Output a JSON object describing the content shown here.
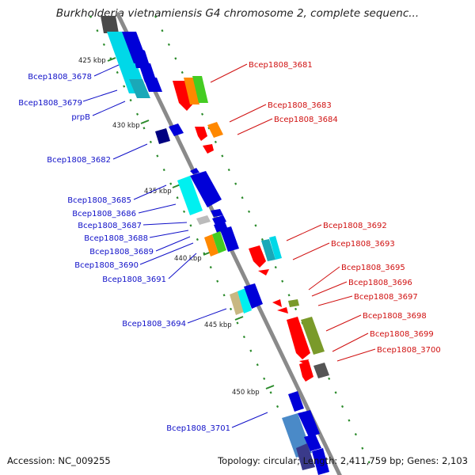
{
  "title": "Burkholderia vietnamiensis G4 chromosome 2, complete sequenc...",
  "footer": {
    "accession": "Accession: NC_009255",
    "summary": "Topology: circular; Length: 2,411,759 bp; Genes: 2,103"
  },
  "kbp_ticks": [
    "425 kbp",
    "430 kbp",
    "435 kbp",
    "440 kbp",
    "445 kbp",
    "450 kbp"
  ],
  "left_labels": [
    "Bcep1808_3678",
    "Bcep1808_3679",
    "prpB",
    "Bcep1808_3682",
    "Bcep1808_3685",
    "Bcep1808_3686",
    "Bcep1808_3687",
    "Bcep1808_3688",
    "Bcep1808_3689",
    "Bcep1808_3690",
    "Bcep1808_3691",
    "Bcep1808_3694",
    "Bcep1808_3701"
  ],
  "right_labels": [
    "Bcep1808_3681",
    "Bcep1808_3683",
    "Bcep1808_3684",
    "Bcep1808_3692",
    "Bcep1808_3693",
    "Bcep1808_3695",
    "Bcep1808_3696",
    "Bcep1808_3697",
    "Bcep1808_3698",
    "Bcep1808_3699",
    "Bcep1808_3700"
  ],
  "colors": {
    "backbone": "#8a8a8a",
    "forward_label": "#1010c8",
    "reverse_label": "#d01010",
    "tick": "#2a8a2a"
  }
}
